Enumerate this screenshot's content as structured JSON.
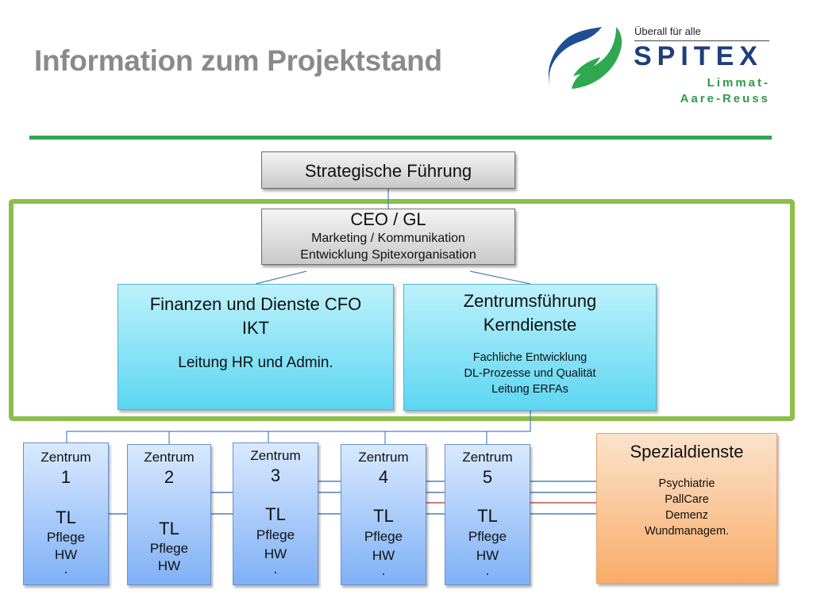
{
  "header": {
    "title": "Information zum Projektstand"
  },
  "logo": {
    "tagline": "Überall für alle",
    "brand": "SPITEX",
    "region_line1": "Limmat-",
    "region_line2": "Aare-Reuss",
    "colors": {
      "blue": "#1f4e96",
      "green": "#2fa84f"
    }
  },
  "org": {
    "strategic": "Strategische Führung",
    "ceo": {
      "title": "CEO / GL",
      "line1": "Marketing / Kommunikation",
      "line2": "Entwicklung Spitexorganisation"
    },
    "finance": {
      "title_line1": "Finanzen und Dienste CFO",
      "title_line2": "IKT",
      "sub": "Leitung HR und Admin."
    },
    "center_mgmt": {
      "title_line1": "Zentrumsführung",
      "title_line2": "Kerndienste",
      "sub1": "Fachliche Entwicklung",
      "sub2": "DL-Prozesse und Qualität",
      "sub3": "Leitung ERFAs"
    },
    "centers": [
      {
        "label": "Zentrum",
        "number": "1",
        "tl": "TL",
        "line1": "Pflege",
        "line2": "HW",
        "dot": "."
      },
      {
        "label": "Zentrum",
        "number": "2",
        "tl": "TL",
        "line1": "Pflege",
        "line2": "HW",
        "dot": ""
      },
      {
        "label": "Zentrum",
        "number": "3",
        "tl": "TL",
        "line1": "Pflege",
        "line2": "HW",
        "dot": "."
      },
      {
        "label": "Zentrum",
        "number": "4",
        "tl": "TL",
        "line1": "Pflege",
        "line2": "HW",
        "dot": "."
      },
      {
        "label": "Zentrum",
        "number": "5",
        "tl": "TL",
        "line1": "Pflege",
        "line2": "HW",
        "dot": "."
      }
    ],
    "special": {
      "title": "Spezialdienste",
      "items": [
        "Psychiatrie",
        "PallCare",
        "Demenz",
        "Wundmanagem."
      ]
    }
  },
  "colors": {
    "title": "#8a8a8a",
    "frame_green": "#8bbf4a",
    "arrow_blue": "#4f81bd",
    "arrow_red": "#c0504d"
  }
}
